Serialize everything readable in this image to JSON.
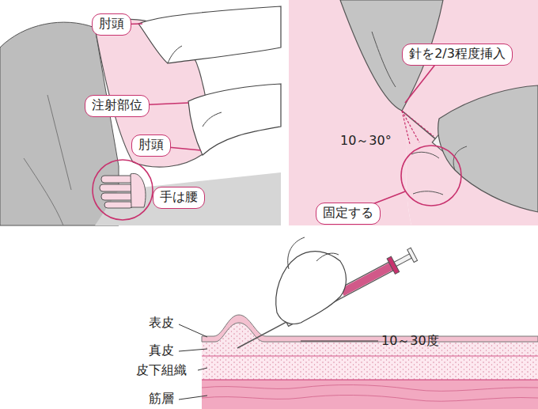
{
  "diagram": {
    "nodes": [
      {
        "text": [
          "肘頭"
        ]
      },
      {
        "text": [
          "注射部位"
        ]
      },
      {
        "text": [
          "肘頭"
        ]
      },
      {
        "text": [
          "手は腰"
        ]
      },
      {
        "text": [
          "針を2/3程度挿入"
        ]
      },
      {
        "text": [
          "固定する"
        ]
      }
    ],
    "labels": [
      "10～30°",
      "表皮",
      "真皮",
      "皮下組織",
      "筋層",
      "10～30度"
    ]
  }
}
